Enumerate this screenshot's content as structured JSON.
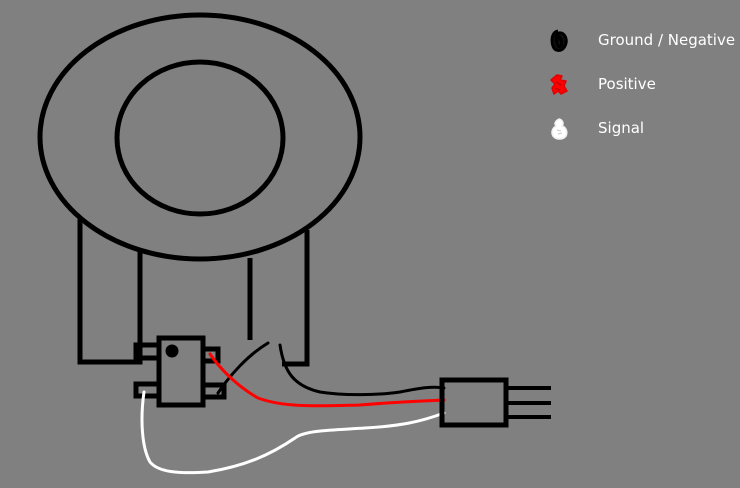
{
  "legend": [
    {
      "label": "Ground / Negative",
      "color": "#000000",
      "icon": "scribble-black"
    },
    {
      "label": "Positive",
      "color": "#ff0000",
      "icon": "scribble-red"
    },
    {
      "label": "Signal",
      "color": "#ffffff",
      "icon": "scribble-white"
    }
  ],
  "colors": {
    "background": "#808080",
    "outline": "#000000",
    "ground_wire": "#000000",
    "positive_wire": "#ff0000",
    "signal_wire": "#ffffff"
  }
}
